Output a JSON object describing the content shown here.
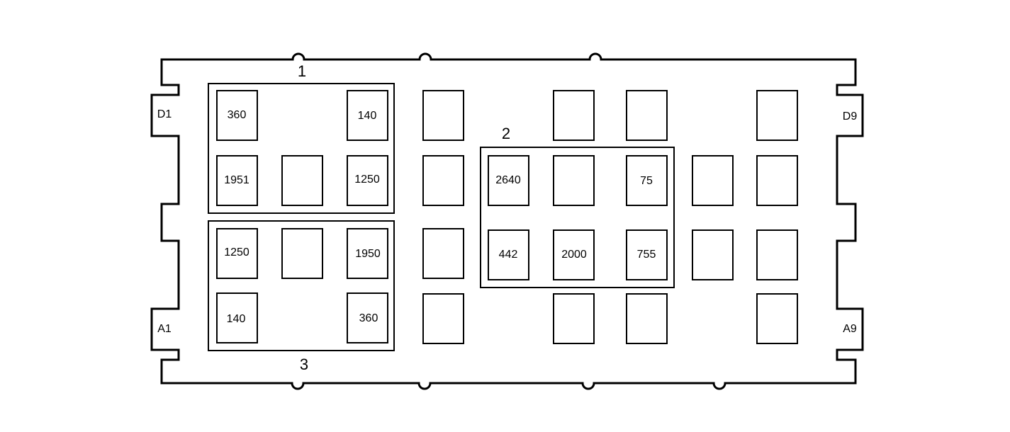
{
  "corner_labels": {
    "top_left": "D1",
    "top_right": "D9",
    "bottom_left": "A1",
    "bottom_right": "A9"
  },
  "group_labels": {
    "group1": "1",
    "group2": "2",
    "group3": "3"
  },
  "cavities": {
    "g1_r1_c1": "360",
    "g1_r1_c3": "140",
    "g1_r2_c1": "1951",
    "g1_r2_c2": "",
    "g1_r2_c3": "1250",
    "g3_r1_c1": "1250",
    "g3_r1_c2": "",
    "g3_r1_c3": "1950",
    "g3_r2_c1": "140",
    "g3_r2_c3": "360",
    "g2_r1_c1": "2640",
    "g2_r1_c2": "",
    "g2_r1_c3": "75",
    "g2_r2_c1": "442",
    "g2_r2_c2": "2000",
    "g2_r2_c3": "755"
  }
}
